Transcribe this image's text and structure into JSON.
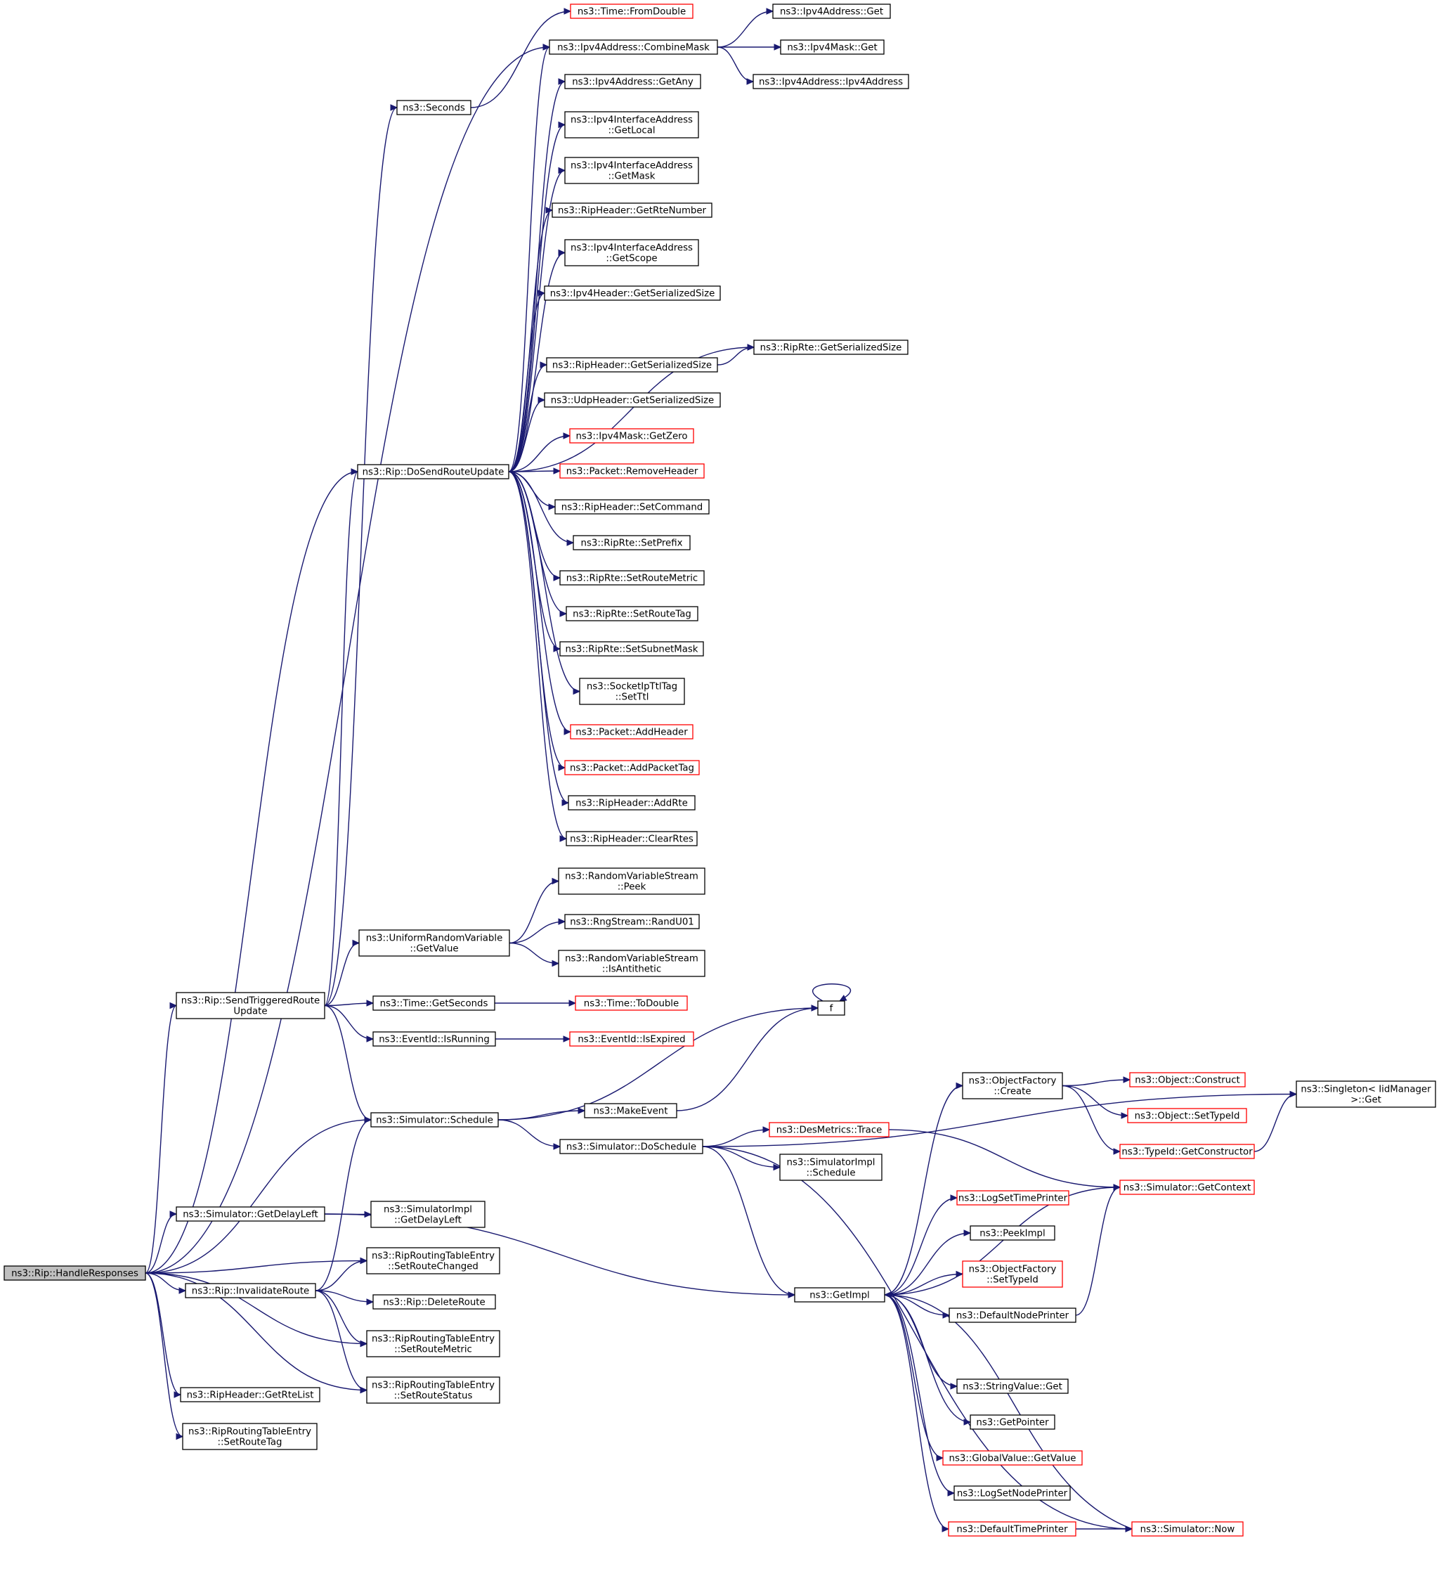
{
  "colors": {
    "edge": "#191970",
    "node_border_default": "#000000",
    "node_border_truncated": "#ff0000",
    "root_fill": "#bfbfbf",
    "node_fill": "#ffffff"
  },
  "nodes": [
    {
      "id": "HandleResponses",
      "lines": [
        "ns3::Rip::HandleResponses"
      ],
      "root": true
    },
    {
      "id": "SendTriggered",
      "lines": [
        "ns3::Rip::SendTriggeredRoute",
        "Update"
      ]
    },
    {
      "id": "DoSendRouteUpdate",
      "lines": [
        "ns3::Rip::DoSendRouteUpdate"
      ]
    },
    {
      "id": "Seconds",
      "lines": [
        "ns3::Seconds"
      ]
    },
    {
      "id": "FromDouble",
      "lines": [
        "ns3::Time::FromDouble"
      ],
      "red": true
    },
    {
      "id": "CombineMask",
      "lines": [
        "ns3::Ipv4Address::CombineMask"
      ]
    },
    {
      "id": "Ipv4AddrGet",
      "lines": [
        "ns3::Ipv4Address::Get"
      ]
    },
    {
      "id": "Ipv4MaskGet",
      "lines": [
        "ns3::Ipv4Mask::Get"
      ]
    },
    {
      "id": "Ipv4AddrCtor",
      "lines": [
        "ns3::Ipv4Address::Ipv4Address"
      ]
    },
    {
      "id": "GetAny",
      "lines": [
        "ns3::Ipv4Address::GetAny"
      ]
    },
    {
      "id": "GetLocal",
      "lines": [
        "ns3::Ipv4InterfaceAddress",
        "::GetLocal"
      ]
    },
    {
      "id": "GetMask",
      "lines": [
        "ns3::Ipv4InterfaceAddress",
        "::GetMask"
      ]
    },
    {
      "id": "GetRteNumber",
      "lines": [
        "ns3::RipHeader::GetRteNumber"
      ]
    },
    {
      "id": "GetScope",
      "lines": [
        "ns3::Ipv4InterfaceAddress",
        "::GetScope"
      ]
    },
    {
      "id": "Ipv4HdrSize",
      "lines": [
        "ns3::Ipv4Header::GetSerializedSize"
      ]
    },
    {
      "id": "RipRteSize",
      "lines": [
        "ns3::RipRte::GetSerializedSize"
      ]
    },
    {
      "id": "RipHdrSize",
      "lines": [
        "ns3::RipHeader::GetSerializedSize"
      ]
    },
    {
      "id": "UdpHdrSize",
      "lines": [
        "ns3::UdpHeader::GetSerializedSize"
      ]
    },
    {
      "id": "GetZero",
      "lines": [
        "ns3::Ipv4Mask::GetZero"
      ],
      "red": true
    },
    {
      "id": "RemoveHeader",
      "lines": [
        "ns3::Packet::RemoveHeader"
      ],
      "red": true
    },
    {
      "id": "SetCommand",
      "lines": [
        "ns3::RipHeader::SetCommand"
      ]
    },
    {
      "id": "SetPrefix",
      "lines": [
        "ns3::RipRte::SetPrefix"
      ]
    },
    {
      "id": "SetRouteMetricRte",
      "lines": [
        "ns3::RipRte::SetRouteMetric"
      ]
    },
    {
      "id": "SetRouteTagRte",
      "lines": [
        "ns3::RipRte::SetRouteTag"
      ]
    },
    {
      "id": "SetSubnetMask",
      "lines": [
        "ns3::RipRte::SetSubnetMask"
      ]
    },
    {
      "id": "SetTtl",
      "lines": [
        "ns3::SocketIpTtlTag",
        "::SetTtl"
      ]
    },
    {
      "id": "AddHeader",
      "lines": [
        "ns3::Packet::AddHeader"
      ],
      "red": true
    },
    {
      "id": "AddPacketTag",
      "lines": [
        "ns3::Packet::AddPacketTag"
      ],
      "red": true
    },
    {
      "id": "AddRte",
      "lines": [
        "ns3::RipHeader::AddRte"
      ]
    },
    {
      "id": "ClearRtes",
      "lines": [
        "ns3::RipHeader::ClearRtes"
      ]
    },
    {
      "id": "Peek",
      "lines": [
        "ns3::RandomVariableStream",
        "::Peek"
      ]
    },
    {
      "id": "URVGetValue",
      "lines": [
        "ns3::UniformRandomVariable",
        "::GetValue"
      ]
    },
    {
      "id": "RandU01",
      "lines": [
        "ns3::RngStream::RandU01"
      ]
    },
    {
      "id": "IsAntithetic",
      "lines": [
        "ns3::RandomVariableStream",
        "::IsAntithetic"
      ]
    },
    {
      "id": "TimeGetSeconds",
      "lines": [
        "ns3::Time::GetSeconds"
      ]
    },
    {
      "id": "ToDouble",
      "lines": [
        "ns3::Time::ToDouble"
      ],
      "red": true
    },
    {
      "id": "f",
      "lines": [
        "f"
      ]
    },
    {
      "id": "IsRunning",
      "lines": [
        "ns3::EventId::IsRunning"
      ]
    },
    {
      "id": "IsExpired",
      "lines": [
        "ns3::EventId::IsExpired"
      ],
      "red": true
    },
    {
      "id": "Schedule",
      "lines": [
        "ns3::Simulator::Schedule"
      ]
    },
    {
      "id": "MakeEvent",
      "lines": [
        "ns3::MakeEvent"
      ]
    },
    {
      "id": "DoSchedule",
      "lines": [
        "ns3::Simulator::DoSchedule"
      ]
    },
    {
      "id": "DesTrace",
      "lines": [
        "ns3::DesMetrics::Trace"
      ],
      "red": true
    },
    {
      "id": "SimImplSchedule",
      "lines": [
        "ns3::SimulatorImpl",
        "::Schedule"
      ]
    },
    {
      "id": "GetDelayLeft",
      "lines": [
        "ns3::Simulator::GetDelayLeft"
      ]
    },
    {
      "id": "SimImplGetDelayLeft",
      "lines": [
        "ns3::SimulatorImpl",
        "::GetDelayLeft"
      ]
    },
    {
      "id": "SetRouteChanged",
      "lines": [
        "ns3::RipRoutingTableEntry",
        "::SetRouteChanged"
      ]
    },
    {
      "id": "InvalidateRoute",
      "lines": [
        "ns3::Rip::InvalidateRoute"
      ]
    },
    {
      "id": "DeleteRoute",
      "lines": [
        "ns3::Rip::DeleteRoute"
      ]
    },
    {
      "id": "SetRouteMetricEntry",
      "lines": [
        "ns3::RipRoutingTableEntry",
        "::SetRouteMetric"
      ]
    },
    {
      "id": "SetRouteStatus",
      "lines": [
        "ns3::RipRoutingTableEntry",
        "::SetRouteStatus"
      ]
    },
    {
      "id": "GetRteList",
      "lines": [
        "ns3::RipHeader::GetRteList"
      ]
    },
    {
      "id": "SetRouteTagEntry",
      "lines": [
        "ns3::RipRoutingTableEntry",
        "::SetRouteTag"
      ]
    },
    {
      "id": "GetImpl",
      "lines": [
        "ns3::GetImpl"
      ]
    },
    {
      "id": "OFCreate",
      "lines": [
        "ns3::ObjectFactory",
        "::Create"
      ]
    },
    {
      "id": "ObjConstruct",
      "lines": [
        "ns3::Object::Construct"
      ],
      "red": true
    },
    {
      "id": "ObjSetTypeId",
      "lines": [
        "ns3::Object::SetTypeId"
      ],
      "red": true
    },
    {
      "id": "GetConstructor",
      "lines": [
        "ns3::TypeId::GetConstructor"
      ],
      "red": true
    },
    {
      "id": "SingletonGet",
      "lines": [
        "ns3::Singleton< IidManager",
        ">::Get"
      ]
    },
    {
      "id": "GetContext",
      "lines": [
        "ns3::Simulator::GetContext"
      ],
      "red": true
    },
    {
      "id": "LogSetTimePrinter",
      "lines": [
        "ns3::LogSetTimePrinter"
      ],
      "red": true
    },
    {
      "id": "PeekImpl",
      "lines": [
        "ns3::PeekImpl"
      ]
    },
    {
      "id": "OFSetTypeId",
      "lines": [
        "ns3::ObjectFactory",
        "::SetTypeId"
      ],
      "red": true
    },
    {
      "id": "DefaultNodePrinter",
      "lines": [
        "ns3::DefaultNodePrinter"
      ]
    },
    {
      "id": "StringValueGet",
      "lines": [
        "ns3::StringValue::Get"
      ]
    },
    {
      "id": "GetPointer",
      "lines": [
        "ns3::GetPointer"
      ]
    },
    {
      "id": "GVGetValue",
      "lines": [
        "ns3::GlobalValue::GetValue"
      ],
      "red": true
    },
    {
      "id": "LogSetNodePrinter",
      "lines": [
        "ns3::LogSetNodePrinter"
      ]
    },
    {
      "id": "DefaultTimePrinter",
      "lines": [
        "ns3::DefaultTimePrinter"
      ],
      "red": true
    },
    {
      "id": "SimNow",
      "lines": [
        "ns3::Simulator::Now"
      ],
      "red": true
    }
  ]
}
